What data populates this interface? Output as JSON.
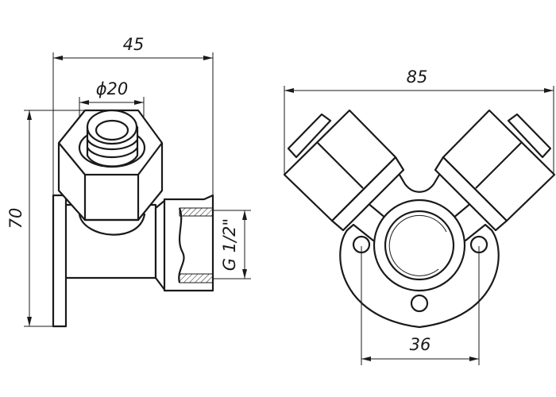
{
  "drawing": {
    "side_view": {
      "width_label": "45",
      "diameter_label": "ϕ20",
      "height_label": "70",
      "thread_label": "G 1/2\""
    },
    "front_view": {
      "width_label": "85",
      "hole_spacing_label": "36"
    },
    "line_color": "#1a1a1a"
  }
}
